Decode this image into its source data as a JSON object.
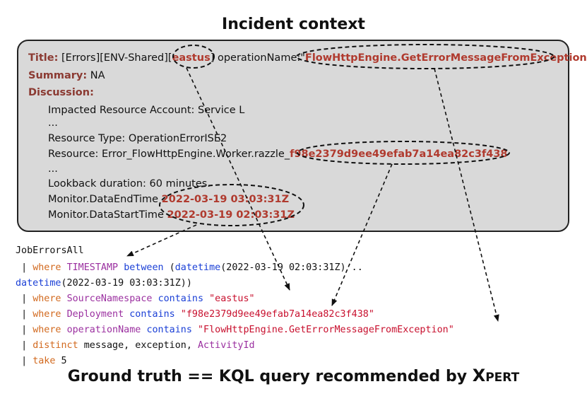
{
  "heading_top": "Incident context",
  "heading_bottom_prefix": "Ground truth == KQL query recommended by ",
  "heading_bottom_brand_first": "X",
  "heading_bottom_brand_rest": "PERT",
  "incident": {
    "title_label": "Title:",
    "title_prefix": " [Errors][ENV-Shared][",
    "title_region": "eastus",
    "title_mid": "] operationName:\"",
    "title_operation": "FlowHttpEngine.GetErrorMessageFromException",
    "title_suffix": "\"",
    "summary_label": "Summary:",
    "summary_value": " NA",
    "discussion_label": "Discussion:",
    "line_account": "Impacted Resource Account: Service L",
    "ellipsis": "...",
    "line_resource_type": "Resource Type: OperationErrorISE2",
    "resource_prefix": "Resource: Error_FlowHttpEngine.Worker.razzle_",
    "resource_id": "f98e2379d9ee49efab7a14ea82c3f438",
    "line_lookback": "Lookback duration: 60 minutes.",
    "end_label": "Monitor.DataEndTime ",
    "end_value": "2022-03-19 03:03:31Z",
    "start_label": "Monitor.DataStartTime ",
    "start_value": "2022-03-19 02:03:31Z"
  },
  "query": {
    "table": "JobErrorsAll",
    "pipe": "|",
    "where": "where",
    "timestamp": "TIMESTAMP",
    "between": "between",
    "datetime": "datetime",
    "dt_start_arg": "(2022-03-19 02:03:31Z) ..",
    "dt_end_arg": "(2022-03-19 03:03:31Z))",
    "open_paren": "(",
    "source_ns": "SourceNamespace",
    "contains": "contains",
    "source_ns_val": "\"eastus\"",
    "deployment": "Deployment",
    "deployment_val": "\"f98e2379d9ee49efab7a14ea82c3f438\"",
    "opname": "operationName",
    "opname_val": "\"FlowHttpEngine.GetErrorMessageFromException\"",
    "distinct": "distinct",
    "distinct_plain": " message, exception, ",
    "activity": "ActivityId",
    "take": "take",
    "take_val": " 5"
  }
}
